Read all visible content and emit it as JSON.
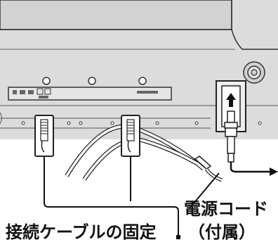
{
  "labels": {
    "power_cord_line1": "電源コード",
    "power_cord_line2": "（付属）",
    "cable_fixing": "接続ケーブルの固定"
  },
  "colors": {
    "panel": "#d9d9d9",
    "panel_stroke": "#333333",
    "cable": "#ffffff",
    "leader": "#111111"
  }
}
